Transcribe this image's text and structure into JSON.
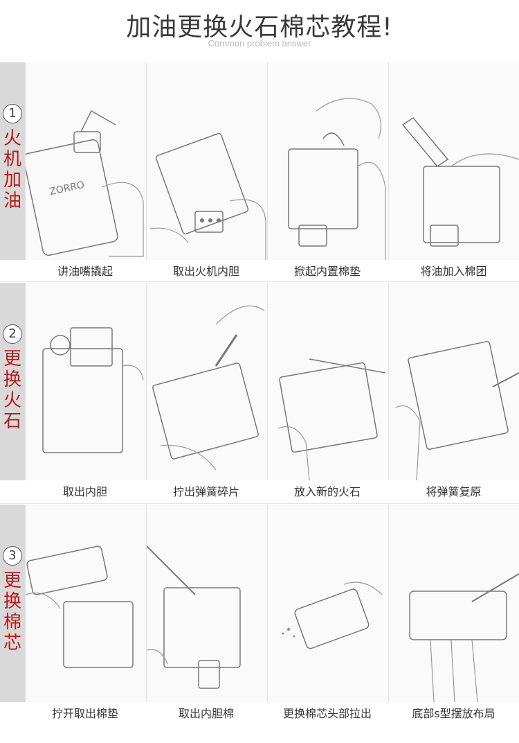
{
  "header": {
    "title": "加油更换火石棉芯教程!",
    "subtitle": "Common problem answer"
  },
  "sections": [
    {
      "number": "1",
      "label": "火机加油",
      "steps": [
        "讲油嘴撬起",
        "取出火机内胆",
        "掀起内置棉垫",
        "将油加入棉团"
      ]
    },
    {
      "number": "2",
      "label": "更换火石",
      "steps": [
        "取出内胆",
        "拧出弹簧碎片",
        "放入新的火石",
        "将弹簧复原"
      ]
    },
    {
      "number": "3",
      "label": "更换棉芯",
      "steps": [
        "拧开取出棉垫",
        "取出内胆棉",
        "更换棉芯头部拉出",
        "底部s型摆放布局"
      ]
    }
  ]
}
